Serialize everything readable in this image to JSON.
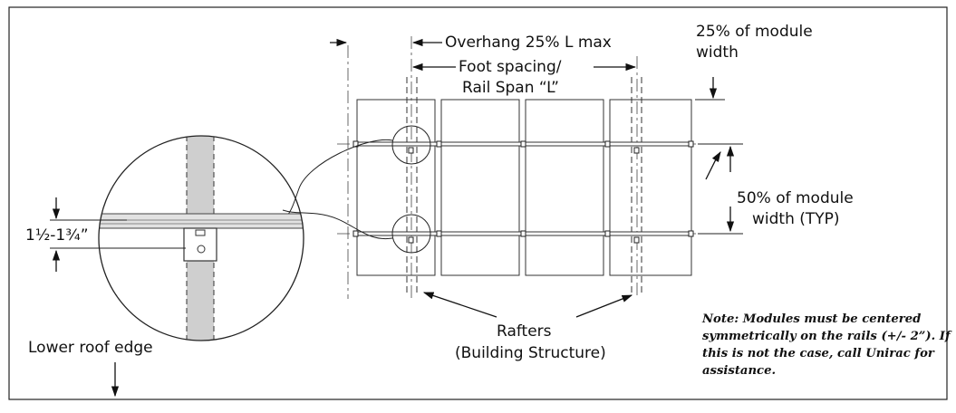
{
  "labels": {
    "overhang": "Overhang 25% L max",
    "foot_spacing": "Foot spacing/",
    "rail_span": "Rail Span “L”",
    "quarter_width_1": "25% of module",
    "quarter_width_2": "width",
    "half_width_1": "50% of module",
    "half_width_2": "width (TYP)",
    "rail_height": "1½-1¾”",
    "lower_roof_edge": "Lower roof edge",
    "rafters_1": "Rafters",
    "rafters_2": "(Building Structure)"
  },
  "note": {
    "lead": "Note:",
    "body": "Modules must be centered symmetrically on the rails (+/- 2”). If this is not the case, call Unirac for assistance."
  }
}
